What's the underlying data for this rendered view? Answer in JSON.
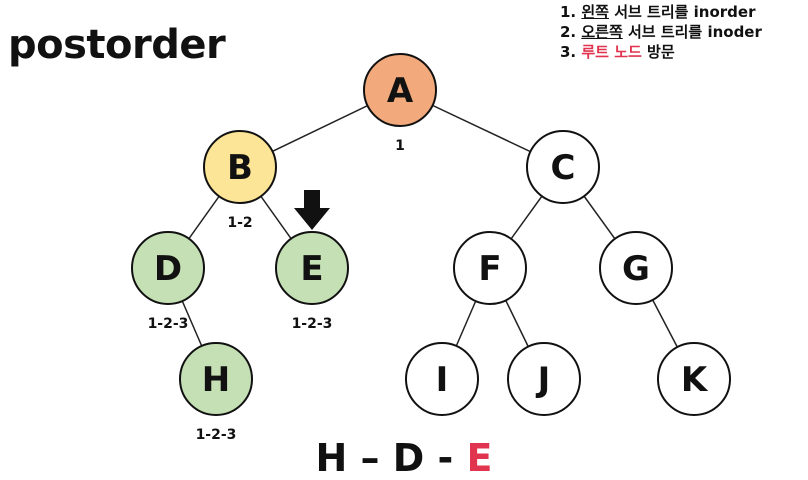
{
  "title": "postorder",
  "steps": [
    {
      "num": "1.",
      "underlined": "왼쪽",
      "rest": " 서브 트리를 inorder"
    },
    {
      "num": "2.",
      "underlined": "오른쪽",
      "rest": " 서브 트리를 inoder"
    },
    {
      "num": "3.",
      "highlight": "루트 노드",
      "rest": " 방문"
    }
  ],
  "colors": {
    "visited_root": "#f2a97c",
    "in_progress": "#fde598",
    "completed": "#c5e0b4",
    "unvisited": "#ffffff",
    "highlight": "#e0344f"
  },
  "nodes": [
    {
      "id": "A",
      "label": "A",
      "state": "visited_root",
      "seq": "1"
    },
    {
      "id": "B",
      "label": "B",
      "state": "in_progress",
      "seq": "1-2"
    },
    {
      "id": "C",
      "label": "C",
      "state": "unvisited",
      "seq": ""
    },
    {
      "id": "D",
      "label": "D",
      "state": "completed",
      "seq": "1-2-3"
    },
    {
      "id": "E",
      "label": "E",
      "state": "completed",
      "seq": "1-2-3"
    },
    {
      "id": "F",
      "label": "F",
      "state": "unvisited",
      "seq": ""
    },
    {
      "id": "G",
      "label": "G",
      "state": "unvisited",
      "seq": ""
    },
    {
      "id": "H",
      "label": "H",
      "state": "completed",
      "seq": "1-2-3"
    },
    {
      "id": "I",
      "label": "I",
      "state": "unvisited",
      "seq": ""
    },
    {
      "id": "J",
      "label": "J",
      "state": "unvisited",
      "seq": ""
    },
    {
      "id": "K",
      "label": "K",
      "state": "unvisited",
      "seq": ""
    }
  ],
  "edges": [
    [
      "A",
      "B"
    ],
    [
      "A",
      "C"
    ],
    [
      "B",
      "D"
    ],
    [
      "B",
      "E"
    ],
    [
      "D",
      "H"
    ],
    [
      "C",
      "F"
    ],
    [
      "C",
      "G"
    ],
    [
      "F",
      "I"
    ],
    [
      "F",
      "J"
    ],
    [
      "G",
      "K"
    ]
  ],
  "current_node": "E",
  "result": {
    "prefix": "H – D - ",
    "last": "E"
  }
}
